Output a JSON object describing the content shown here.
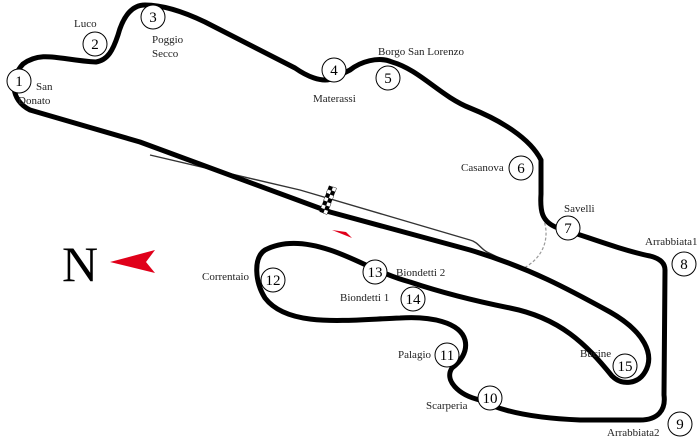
{
  "compass": {
    "letter": "N",
    "arrow_color": "#e0001a"
  },
  "colors": {
    "track": "#000000",
    "pitlane": "#333333",
    "start_arrow": "#e0001a",
    "service_road": "#999999"
  },
  "corners": [
    {
      "number": "1",
      "name": "San Donato"
    },
    {
      "number": "2",
      "name": "Luco"
    },
    {
      "number": "3",
      "name": "Poggio Secco"
    },
    {
      "number": "4",
      "name": "Materassi"
    },
    {
      "number": "5",
      "name": "Borgo San Lorenzo"
    },
    {
      "number": "6",
      "name": "Casanova"
    },
    {
      "number": "7",
      "name": "Savelli"
    },
    {
      "number": "8",
      "name": "Arrabbiata1"
    },
    {
      "number": "9",
      "name": "Arrabbiata2"
    },
    {
      "number": "10",
      "name": "Scarperia"
    },
    {
      "number": "11",
      "name": "Palagio"
    },
    {
      "number": "12",
      "name": "Correntaio"
    },
    {
      "number": "13",
      "name": "Biondetti 2"
    },
    {
      "number": "14",
      "name": "Biondetti 1"
    },
    {
      "number": "15",
      "name": "Bucine"
    }
  ],
  "label_parts": {
    "san": "San",
    "donato": "Donato",
    "poggio": "Poggio",
    "secco": "Secco"
  }
}
